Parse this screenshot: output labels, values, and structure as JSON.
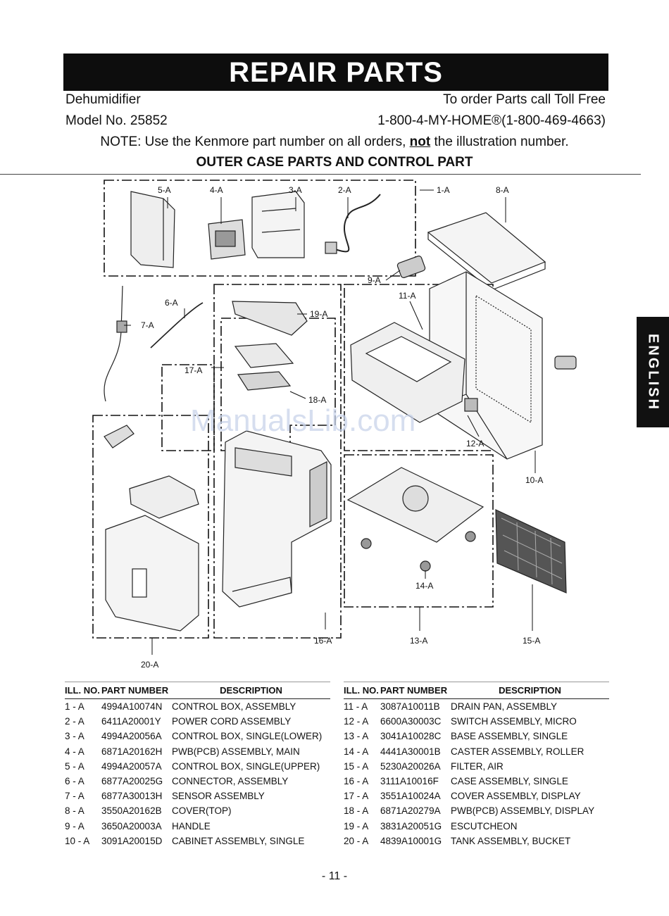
{
  "header": {
    "title": "REPAIR PARTS",
    "product": "Dehumidifier",
    "order_label": "To order Parts call Toll Free",
    "model": "Model No. 25852",
    "phone": "1-800-4-MY-HOME®(1-800-469-4663)",
    "note_prefix": "NOTE: Use the Kenmore part number on all orders,",
    "note_emphasis": "not",
    "note_suffix": "the illustration number.",
    "section_title": "OUTER CASE PARTS AND CONTROL PART"
  },
  "side_tab": "ENGLISH",
  "watermark": "ManualsLib.com",
  "callouts": [
    "5-A",
    "4-A",
    "3-A",
    "2-A",
    "1-A",
    "8-A",
    "9-A",
    "11-A",
    "6-A",
    "7-A",
    "19-A",
    "17-A",
    "18-A",
    "12-A",
    "10-A",
    "14-A",
    "16-A",
    "13-A",
    "15-A",
    "20-A"
  ],
  "table": {
    "headers": {
      "ill": "ILL. NO.",
      "part": "PART NUMBER",
      "desc": "DESCRIPTION"
    },
    "left": [
      {
        "ill": "1 - A",
        "part": "4994A10074N",
        "desc": "CONTROL BOX, ASSEMBLY"
      },
      {
        "ill": "2 - A",
        "part": "6411A20001Y",
        "desc": "POWER CORD ASSEMBLY"
      },
      {
        "ill": "3 - A",
        "part": "4994A20056A",
        "desc": "CONTROL BOX, SINGLE(LOWER)"
      },
      {
        "ill": "4 - A",
        "part": "6871A20162H",
        "desc": "PWB(PCB) ASSEMBLY, MAIN"
      },
      {
        "ill": "5 - A",
        "part": "4994A20057A",
        "desc": "CONTROL BOX, SINGLE(UPPER)"
      },
      {
        "ill": "6 - A",
        "part": "6877A20025G",
        "desc": "CONNECTOR, ASSEMBLY"
      },
      {
        "ill": "7 - A",
        "part": "6877A30013H",
        "desc": "SENSOR ASSEMBLY"
      },
      {
        "ill": "8 - A",
        "part": "3550A20162B",
        "desc": "COVER(TOP)"
      },
      {
        "ill": "9 - A",
        "part": "3650A20003A",
        "desc": "HANDLE"
      },
      {
        "ill": "10 - A",
        "part": "3091A20015D",
        "desc": "CABINET ASSEMBLY, SINGLE"
      }
    ],
    "right": [
      {
        "ill": "11 - A",
        "part": "3087A10011B",
        "desc": "DRAIN PAN, ASSEMBLY"
      },
      {
        "ill": "12 - A",
        "part": "6600A30003C",
        "desc": "SWITCH ASSEMBLY, MICRO"
      },
      {
        "ill": "13 - A",
        "part": "3041A10028C",
        "desc": "BASE ASSEMBLY, SINGLE"
      },
      {
        "ill": "14 - A",
        "part": "4441A30001B",
        "desc": "CASTER ASSEMBLY, ROLLER"
      },
      {
        "ill": "15 - A",
        "part": "5230A20026A",
        "desc": "FILTER, AIR"
      },
      {
        "ill": "16 - A",
        "part": "3111A10016F",
        "desc": "CASE ASSEMBLY, SINGLE"
      },
      {
        "ill": "17 - A",
        "part": "3551A10024A",
        "desc": "COVER ASSEMBLY, DISPLAY"
      },
      {
        "ill": "18 - A",
        "part": "6871A20279A",
        "desc": "PWB(PCB) ASSEMBLY, DISPLAY"
      },
      {
        "ill": "19 - A",
        "part": "3831A20051G",
        "desc": "ESCUTCHEON"
      },
      {
        "ill": "20 - A",
        "part": "4839A10001G",
        "desc": "TANK ASSEMBLY, BUCKET"
      }
    ]
  },
  "page_number": "- 11 -"
}
